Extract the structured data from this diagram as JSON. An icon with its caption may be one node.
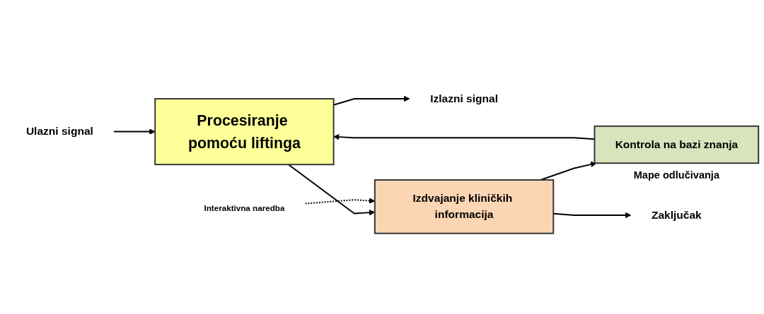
{
  "diagram": {
    "nodes": [
      {
        "text": [
          "Ulazni signal"
        ]
      },
      {
        "text": [
          "Procesiranje pomoću liftinga"
        ]
      },
      {
        "text": [
          "Izlazni signal"
        ]
      },
      {
        "text": [
          "Kontrola na bazi znanja"
        ],
        "beside": [
          "Mape odlučivanja"
        ]
      },
      {
        "text": [
          "Izdvajanje kliničkih informacija"
        ]
      },
      {
        "text": [
          "Zaključak"
        ]
      },
      {
        "text": [
          "Interaktivna naredba"
        ]
      }
    ],
    "edges": [
      {
        "from": 0,
        "to": 1,
        "arrow": "to"
      },
      {
        "from": 3,
        "to": 1,
        "arrow": "to"
      },
      {
        "from": 1,
        "to": 2,
        "arrow": "to"
      },
      {
        "from": 1,
        "to": 4,
        "arrow": "to"
      },
      {
        "from": 4,
        "to": 3,
        "arrow": "to"
      },
      {
        "from": 4,
        "to": 5,
        "arrow": "to"
      },
      {
        "from": 6,
        "to": 4,
        "arrow": "to",
        "style": "dashed"
      }
    ]
  }
}
